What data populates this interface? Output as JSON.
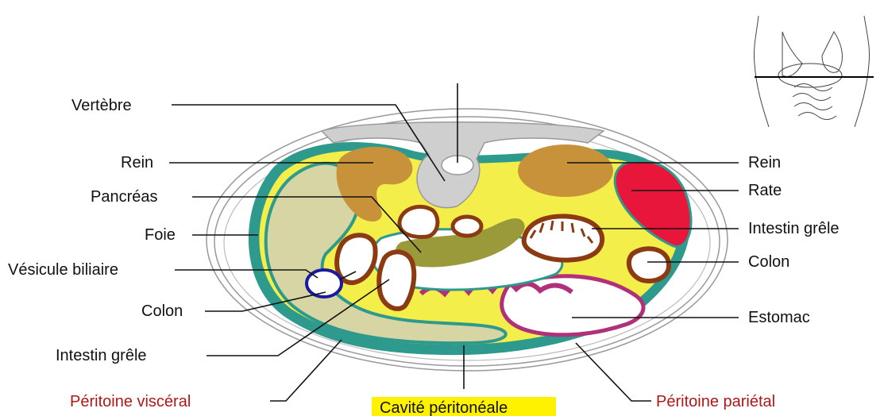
{
  "labels": {
    "vertebre": "Vertèbre",
    "rein_left": "Rein",
    "pancreas": "Pancréas",
    "foie": "Foie",
    "vesicule": "Vésicule biliaire",
    "colon_left": "Colon",
    "intestin_left": "Intestin grêle",
    "peritoine_visceral": "Péritoine viscéral",
    "cavite": "Cavité péritonéale",
    "peritoine_parietal": "Péritoine pariétal",
    "rein_right": "Rein",
    "rate": "Rate",
    "intestin_right": "Intestin grêle",
    "colon_right": "Colon",
    "estomac": "Estomac"
  },
  "colors": {
    "peritoneum_teal": "#2e9a8e",
    "cavity_yellow": "#f3ee4a",
    "liver": "#d8d5a4",
    "kidney": "#c8923a",
    "spleen": "#e8163a",
    "pancreas": "#9a9a3a",
    "colon": "#8b3a12",
    "stomach_wall": "#b0307a",
    "gallbladder": "#1a1aa0",
    "vertebra": "#cfcfcf",
    "cavity_highlight": "#fff200",
    "red_text": "#b01818"
  }
}
